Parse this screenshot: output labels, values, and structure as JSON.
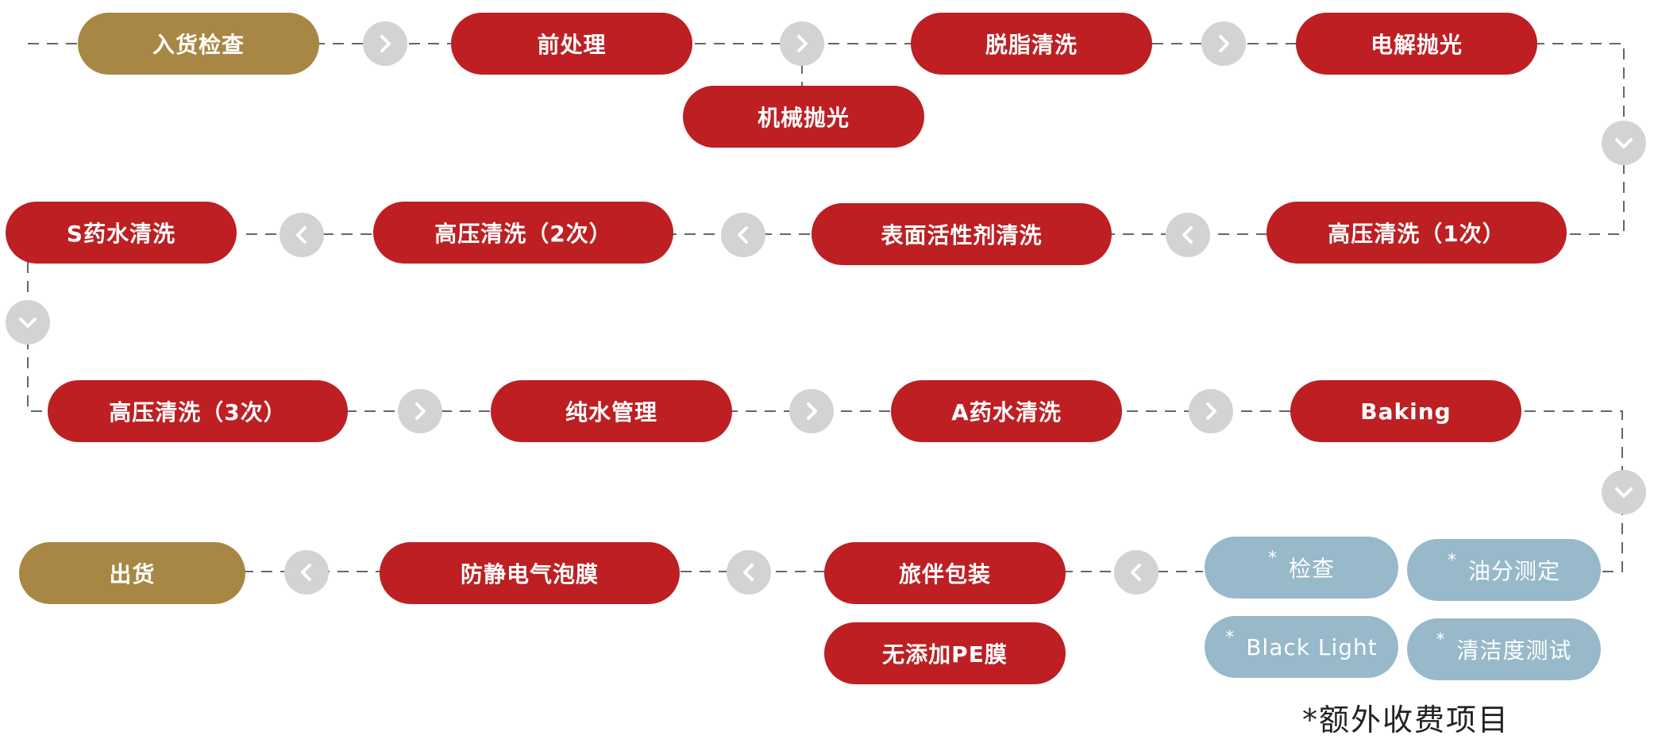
{
  "steps": {
    "s1": "入货检查",
    "s2": "前处理",
    "s2b": "机械抛光",
    "s3": "脱脂清洗",
    "s4": "电解抛光",
    "s5": "高压清洗（1次）",
    "s6": "表面活性剂清洗",
    "s7": "高压清洗（2次）",
    "s8": "S药水清洗",
    "s9": "高压清洗（3次）",
    "s10": "纯水管理",
    "s11": "A药水清洗",
    "s12": "Baking",
    "c1": "检查",
    "c2": "油分测定",
    "c3": "Black Light",
    "c4": "清洁度测试",
    "s14": "旅伴包装",
    "s14b": "无添加PE膜",
    "s15": "防静电气泡膜",
    "s16": "出货"
  },
  "extra_marker": "*",
  "footnote": "*额外收费项目",
  "colors": {
    "process_step": "#bd1f23",
    "endpoint_step": "#a88744",
    "extra_charge_step": "#97b9c9",
    "arrow_circle": "#d3d3d3",
    "connector_line": "#666666"
  }
}
